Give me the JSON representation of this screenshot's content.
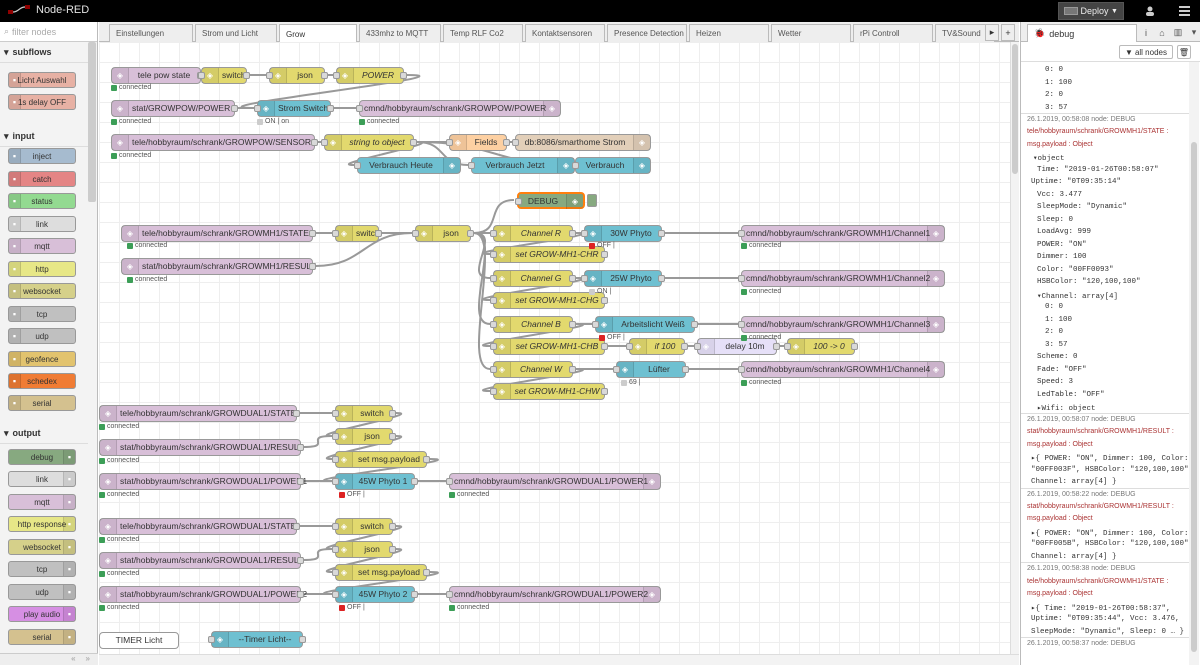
{
  "app": {
    "title": "Node-RED",
    "deploy_label": "Deploy"
  },
  "palette": {
    "filter_placeholder": "filter nodes",
    "categories": [
      {
        "label": "subflows",
        "nodes": [
          "Licht Auswahl",
          "1s delay OFF"
        ]
      },
      {
        "label": "input",
        "nodes": [
          "inject",
          "catch",
          "status",
          "link",
          "mqtt",
          "http",
          "websocket",
          "tcp",
          "udp",
          "geofence",
          "schedex",
          "serial"
        ]
      },
      {
        "label": "output",
        "nodes": [
          "debug",
          "link",
          "mqtt",
          "http response",
          "websocket",
          "tcp",
          "udp",
          "play audio",
          "serial"
        ]
      }
    ]
  },
  "tabs": [
    "Einstellungen",
    "Strom und Licht",
    "Grow",
    "433mhz to MQTT",
    "Temp RLF Co2",
    "Kontaktsensoren",
    "Presence Detection",
    "Heizen",
    "Wetter",
    "rPi Controll",
    "TV&Sound"
  ],
  "active_tab": "Grow",
  "nodes": {
    "n1": "tele pow state",
    "n2": "switch",
    "n3": "json",
    "n4": "POWER",
    "n5": "stat/GROWPOW/POWER",
    "n6": "Strom Switch",
    "n7": "cmnd/hobbyraum/schrank/GROWPOW/POWER",
    "n8": "tele/hobbyraum/schrank/GROWPOW/SENSOR",
    "n9": "string to object",
    "n10": "Fields",
    "n11": "db:8086/smarthome Strom",
    "n12": "Verbrauch Heute",
    "n13": "Verbrauch Jetzt",
    "n14": "Verbrauch",
    "n15": "DEBUG",
    "n16": "tele/hobbyraum/schrank/GROWMH1/STATE",
    "n17": "switch",
    "n18": "json",
    "n19": "stat/hobbyraum/schrank/GROWMH1/RESULT",
    "n20": "Channel R",
    "n21": "30W Phyto",
    "n22": "cmnd/hobbyraum/schrank/GROWMH1/Channel1",
    "n23": "set GROW-MH1-CHR",
    "n24": "Channel G",
    "n25": "25W Phyto",
    "n26": "cmnd/hobbyraum/schrank/GROWMH1/Channel2",
    "n27": "set GROW-MH1-CHG",
    "n28": "Channel B",
    "n29": "Arbeitslicht Weiß",
    "n30": "cmnd/hobbyraum/schrank/GROWMH1/Channel3",
    "n31": "set GROW-MH1-CHB",
    "n32": "if 100",
    "n33": "delay 10m",
    "n34": "100 -> 0",
    "n35": "Channel W",
    "n36": "Lüfter",
    "n37": "cmnd/hobbyraum/schrank/GROWMH1/Channel4",
    "n38": "set GROW-MH1-CHW",
    "n39": "tele/hobbyraum/schrank/GROWDUAL1/STATE",
    "n40": "switch",
    "n41": "json",
    "n42": "stat/hobbyraum/schrank/GROWDUAL1/RESULT",
    "n43": "set msg.payload",
    "n44": "stat/hobbyraum/schrank/GROWDUAL1/POWER1",
    "n45": "45W Phyto 1",
    "n46": "cmnd/hobbyraum/schrank/GROWDUAL1/POWER1",
    "n47": "tele/hobbyraum/schrank/GROWDUAL1/STATE",
    "n48": "switch",
    "n49": "json",
    "n50": "stat/hobbyraum/schrank/GROWDUAL1/RESULT",
    "n51": "set msg.payload",
    "n52": "stat/hobbyraum/schrank/GROWDUAL1/POWER2",
    "n53": "45W Phyto 2",
    "n54": "cmnd/hobbyraum/schrank/GROWDUAL1/POWER2",
    "n55": "TIMER Licht",
    "n56": "--Timer Licht--"
  },
  "status": {
    "connected": "connected",
    "on_on": "ON | on",
    "off": "OFF |",
    "on": "ON |",
    "s69": "69 |"
  },
  "sidebar": {
    "tab_label": "debug",
    "all_nodes_label": "all nodes",
    "lines": [
      {
        "t": "0: 0",
        "cls": "dmono"
      },
      {
        "t": "1: 100",
        "cls": "dmono"
      },
      {
        "t": "2: 0",
        "cls": "dmono"
      },
      {
        "t": "3: 57",
        "cls": "dmono"
      },
      {
        "t": "26.1.2019, 00:58:08   node: DEBUG",
        "cls": "dmeta"
      },
      {
        "t": "tele/hobbyraum/schrank/GROWMH1/STATE :",
        "cls": "dtopic"
      },
      {
        "t": "msg.payload : Object",
        "cls": "dtopic"
      },
      {
        "t": "▾object",
        "cls": "dmono"
      },
      {
        "t": "Time: \"2019-01-26T00:58:07\"",
        "cls": "dmono"
      },
      {
        "t": "Uptime: \"0T09:35:14\"",
        "cls": "dmono"
      },
      {
        "t": "Vcc: 3.477",
        "cls": "dmono"
      },
      {
        "t": "SleepMode: \"Dynamic\"",
        "cls": "dmono"
      },
      {
        "t": "Sleep: 0",
        "cls": "dmono"
      },
      {
        "t": "LoadAvg: 999",
        "cls": "dmono"
      },
      {
        "t": "POWER: \"ON\"",
        "cls": "dmono"
      },
      {
        "t": "Dimmer: 100",
        "cls": "dmono"
      },
      {
        "t": "Color: \"00FF0093\"",
        "cls": "dmono"
      },
      {
        "t": "HSBColor: \"120,100,100\"",
        "cls": "dmono"
      },
      {
        "t": "▾Channel: array[4]",
        "cls": "dmono"
      },
      {
        "t": "0: 0",
        "cls": "dmono"
      },
      {
        "t": "1: 100",
        "cls": "dmono"
      },
      {
        "t": "2: 0",
        "cls": "dmono"
      },
      {
        "t": "3: 57",
        "cls": "dmono"
      },
      {
        "t": "Scheme: 0",
        "cls": "dmono"
      },
      {
        "t": "Fade: \"OFF\"",
        "cls": "dmono"
      },
      {
        "t": "Speed: 3",
        "cls": "dmono"
      },
      {
        "t": "LedTable: \"OFF\"",
        "cls": "dmono"
      },
      {
        "t": "▸Wifi: object",
        "cls": "dmono"
      },
      {
        "t": "26.1.2019, 00:58:07   node: DEBUG",
        "cls": "dmeta"
      },
      {
        "t": "stat/hobbyraum/schrank/GROWMH1/RESULT :",
        "cls": "dtopic"
      },
      {
        "t": "msg.payload : Object",
        "cls": "dtopic"
      },
      {
        "t": "▸{ POWER: \"ON\", Dimmer: 100, Color:",
        "cls": "dmono"
      },
      {
        "t": "\"00FF003F\", HSBColor: \"120,100,100\",",
        "cls": "dmono"
      },
      {
        "t": "Channel: array[4] }",
        "cls": "dmono"
      },
      {
        "t": "26.1.2019, 00:58:22   node: DEBUG",
        "cls": "dmeta"
      },
      {
        "t": "stat/hobbyraum/schrank/GROWMH1/RESULT :",
        "cls": "dtopic"
      },
      {
        "t": "msg.payload : Object",
        "cls": "dtopic"
      },
      {
        "t": "▸{ POWER: \"ON\", Dimmer: 100, Color:",
        "cls": "dmono"
      },
      {
        "t": "\"00FF005B\", HSBColor: \"120,100,100\",",
        "cls": "dmono"
      },
      {
        "t": "Channel: array[4] }",
        "cls": "dmono"
      },
      {
        "t": "26.1.2019, 00:58:38   node: DEBUG",
        "cls": "dmeta"
      },
      {
        "t": "tele/hobbyraum/schrank/GROWMH1/STATE :",
        "cls": "dtopic"
      },
      {
        "t": "msg.payload : Object",
        "cls": "dtopic"
      },
      {
        "t": "▸{ Time: \"2019-01-26T00:58:37\",",
        "cls": "dmono"
      },
      {
        "t": "Uptime: \"0T09:35:44\", Vcc: 3.476,",
        "cls": "dmono"
      },
      {
        "t": "SleepMode: \"Dynamic\", Sleep: 0 … }",
        "cls": "dmono"
      },
      {
        "t": "26.1.2019, 00:58:37   node: DEBUG",
        "cls": "dmeta"
      }
    ]
  }
}
